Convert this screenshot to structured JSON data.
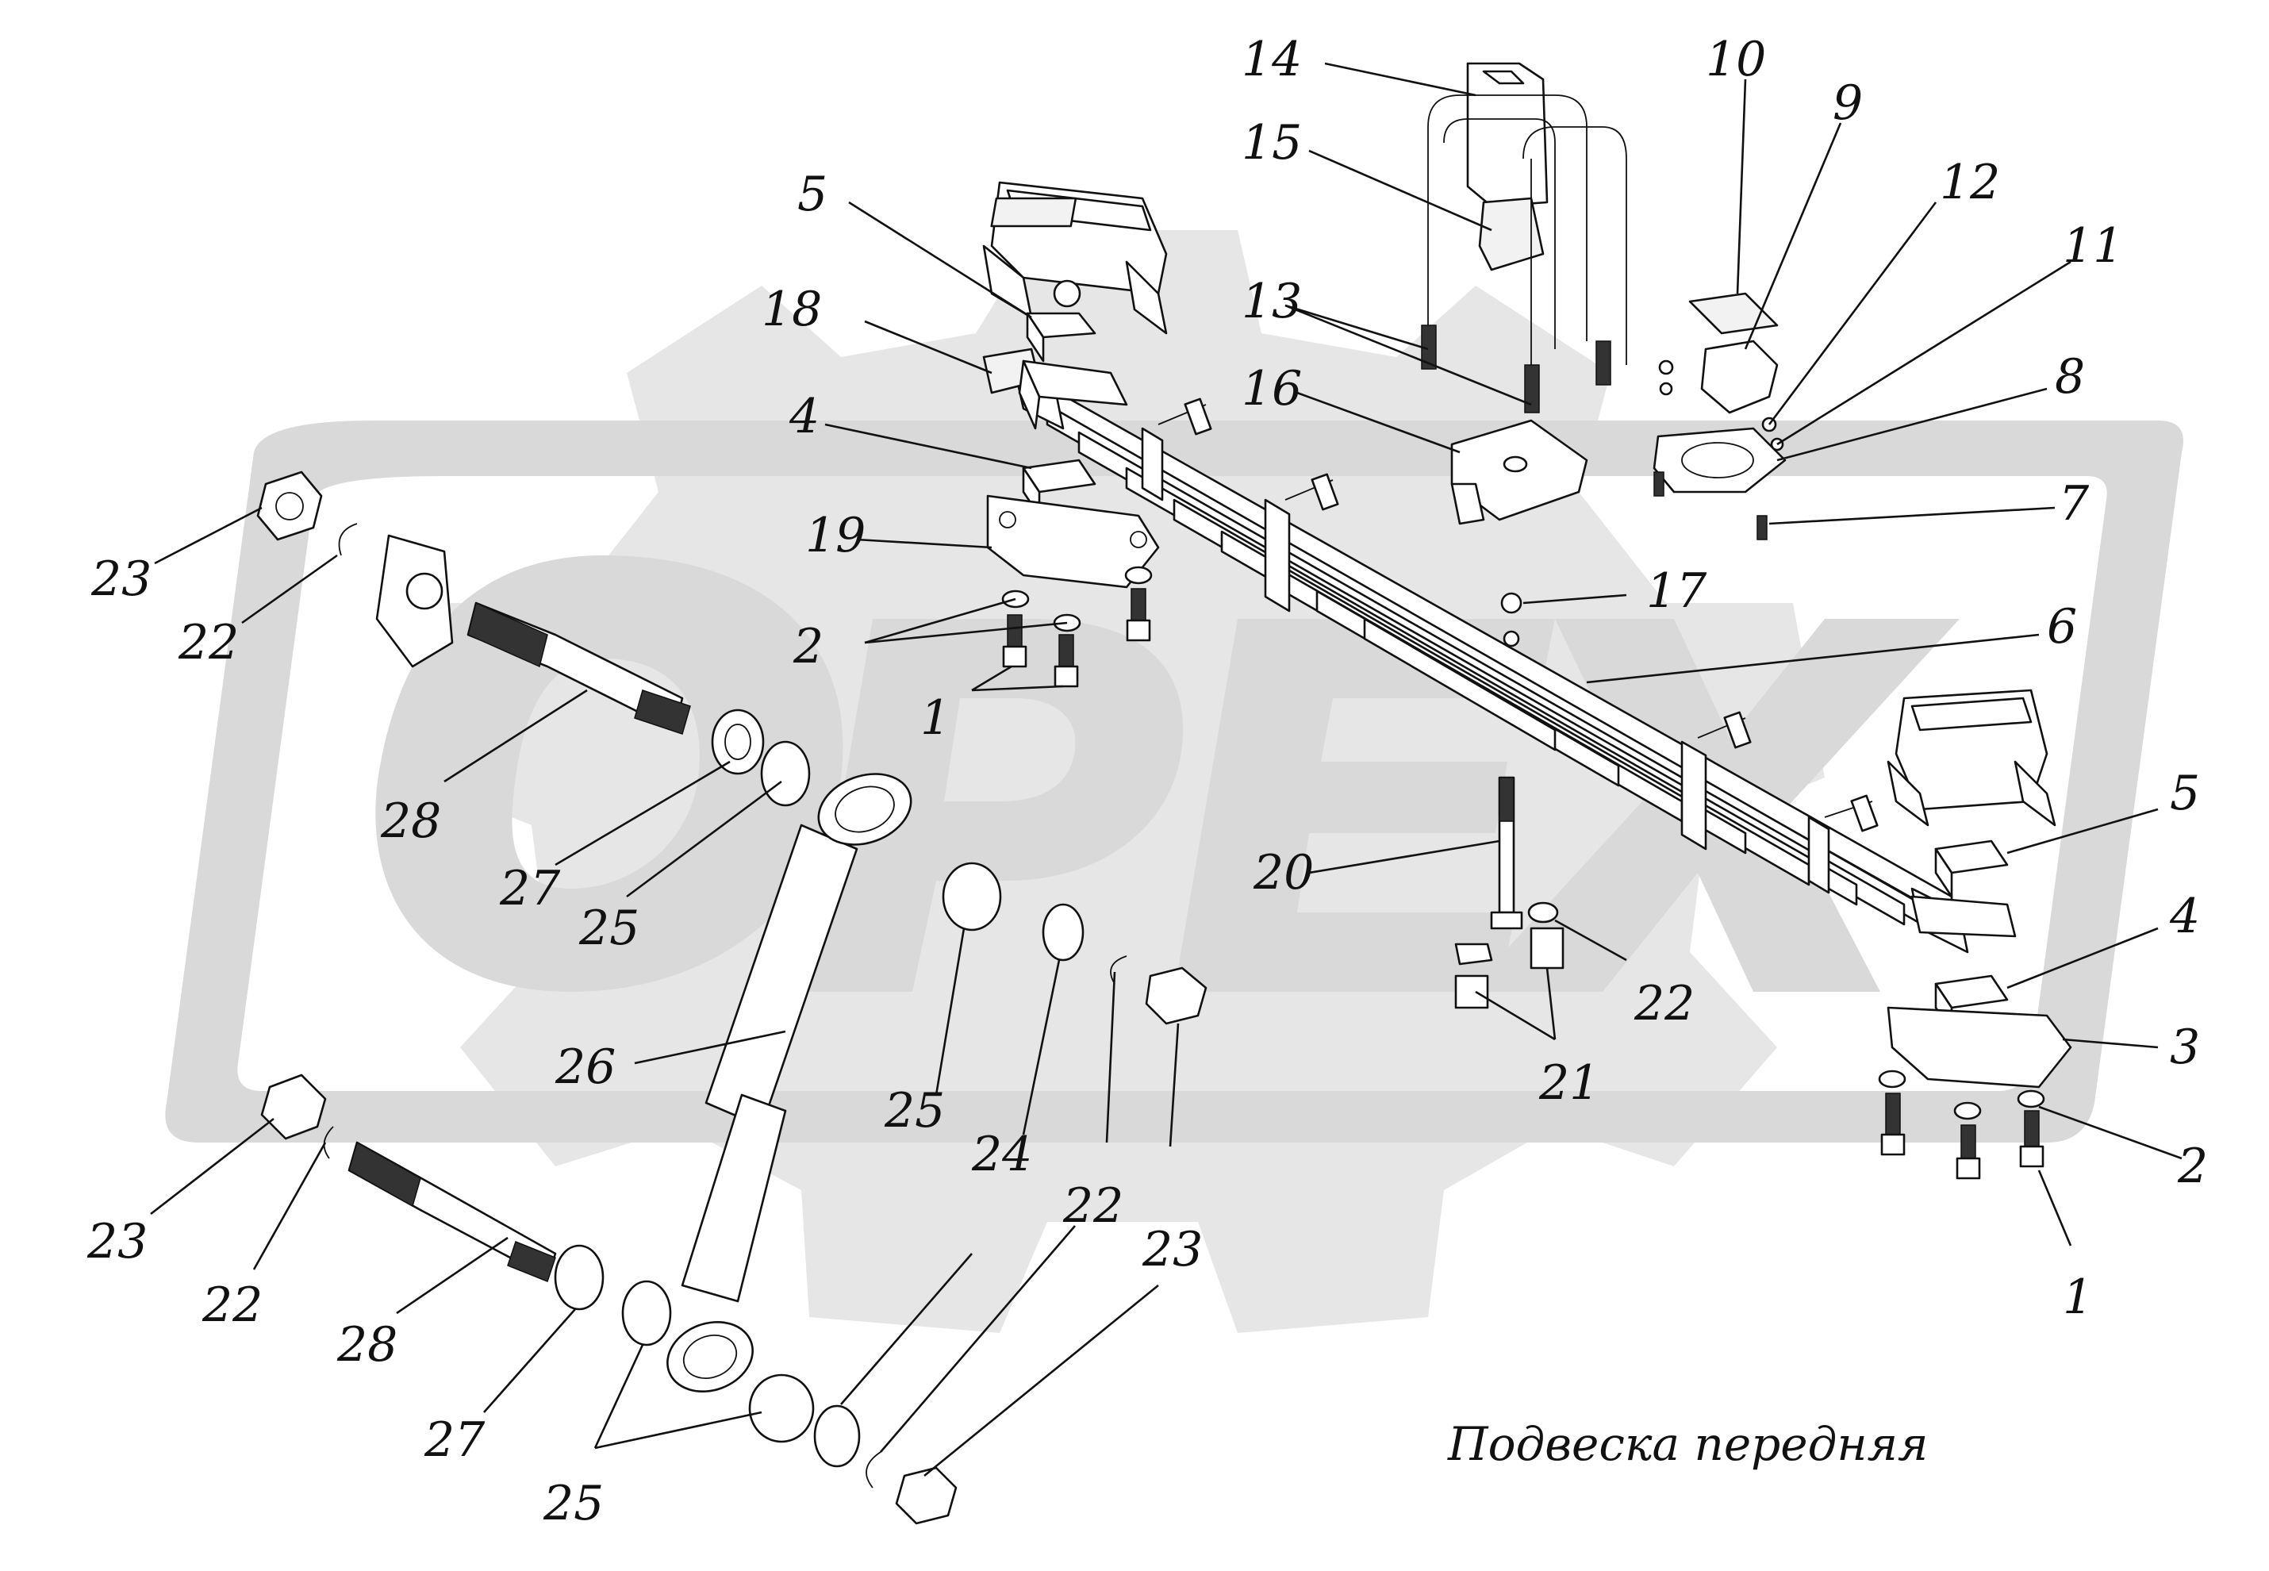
{
  "caption": "Подвеска передняя",
  "colors": {
    "watermark": "#d9d9d9",
    "line": "#111111",
    "background": "#ffffff"
  },
  "callouts": [
    {
      "id": "c14",
      "text": "14"
    },
    {
      "id": "c10",
      "text": "10"
    },
    {
      "id": "c9",
      "text": "9"
    },
    {
      "id": "c15",
      "text": "15"
    },
    {
      "id": "c12",
      "text": "12"
    },
    {
      "id": "c11",
      "text": "11"
    },
    {
      "id": "c5a",
      "text": "5"
    },
    {
      "id": "c13",
      "text": "13"
    },
    {
      "id": "c18",
      "text": "18"
    },
    {
      "id": "c8",
      "text": "8"
    },
    {
      "id": "c16",
      "text": "16"
    },
    {
      "id": "c4a",
      "text": "4"
    },
    {
      "id": "c7",
      "text": "7"
    },
    {
      "id": "c19",
      "text": "19"
    },
    {
      "id": "c23a",
      "text": "23"
    },
    {
      "id": "c17",
      "text": "17"
    },
    {
      "id": "c6",
      "text": "6"
    },
    {
      "id": "c22a",
      "text": "22"
    },
    {
      "id": "c2a",
      "text": "2"
    },
    {
      "id": "c1a",
      "text": "1"
    },
    {
      "id": "c28a",
      "text": "28"
    },
    {
      "id": "c5b",
      "text": "5"
    },
    {
      "id": "c20",
      "text": "20"
    },
    {
      "id": "c27a",
      "text": "27"
    },
    {
      "id": "c4b",
      "text": "4"
    },
    {
      "id": "c25a",
      "text": "25"
    },
    {
      "id": "c22b",
      "text": "22"
    },
    {
      "id": "c3",
      "text": "3"
    },
    {
      "id": "c26",
      "text": "26"
    },
    {
      "id": "c21",
      "text": "21"
    },
    {
      "id": "c25b",
      "text": "25"
    },
    {
      "id": "c24",
      "text": "24"
    },
    {
      "id": "c2b",
      "text": "2"
    },
    {
      "id": "c23b",
      "text": "23"
    },
    {
      "id": "c22c",
      "text": "22"
    },
    {
      "id": "c23c",
      "text": "23"
    },
    {
      "id": "c1b",
      "text": "1"
    },
    {
      "id": "c22d",
      "text": "22"
    },
    {
      "id": "c28b",
      "text": "28"
    },
    {
      "id": "c27b",
      "text": "27"
    },
    {
      "id": "c25c",
      "text": "25"
    }
  ]
}
